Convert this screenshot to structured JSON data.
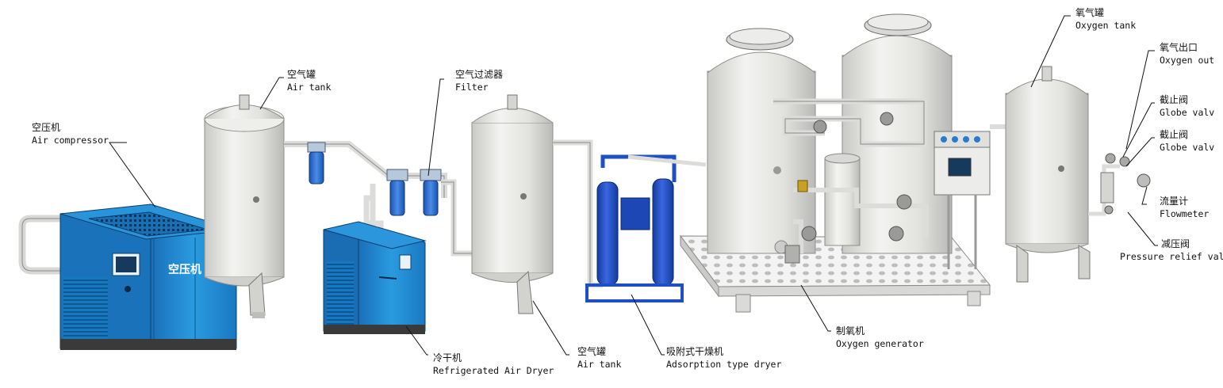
{
  "labels": {
    "air_compressor": {
      "zh": "空压机",
      "en": "Air compressor"
    },
    "air_tank_1": {
      "zh": "空气罐",
      "en": "Air tank"
    },
    "filter": {
      "zh": "空气过滤器",
      "en": "Filter"
    },
    "refrigerated_dryer": {
      "zh": "冷干机",
      "en": "Refrigerated Air Dryer"
    },
    "air_tank_2": {
      "zh": "空气罐",
      "en": "Air tank"
    },
    "adsorption_dryer": {
      "zh": "吸附式干燥机",
      "en": "Adsorption type dryer"
    },
    "oxygen_generator": {
      "zh": "制氧机",
      "en": "Oxygen generator"
    },
    "oxygen_tank": {
      "zh": "氧气罐",
      "en": "Oxygen tank"
    },
    "oxygen_outlet": {
      "zh": "氧气出口",
      "en": "Oxygen out"
    },
    "globe_valve_1": {
      "zh": "截止阀",
      "en": "Globe valv"
    },
    "globe_valve_2": {
      "zh": "截止阀",
      "en": "Globe valv"
    },
    "flowmeter": {
      "zh": "流量计",
      "en": "Flowmeter"
    },
    "pressure_relief_valve": {
      "zh": "减压阀",
      "en": "Pressure relief val"
    }
  },
  "compressor_panel_text": "空压机",
  "colors": {
    "equipment_blue": "#1e8fd6",
    "equipment_blue_dark": "#0d5f9e",
    "dryer_blue": "#1f4fc4",
    "tank_gray": "#e4e4e2",
    "frame_white": "#f2f2f2"
  }
}
